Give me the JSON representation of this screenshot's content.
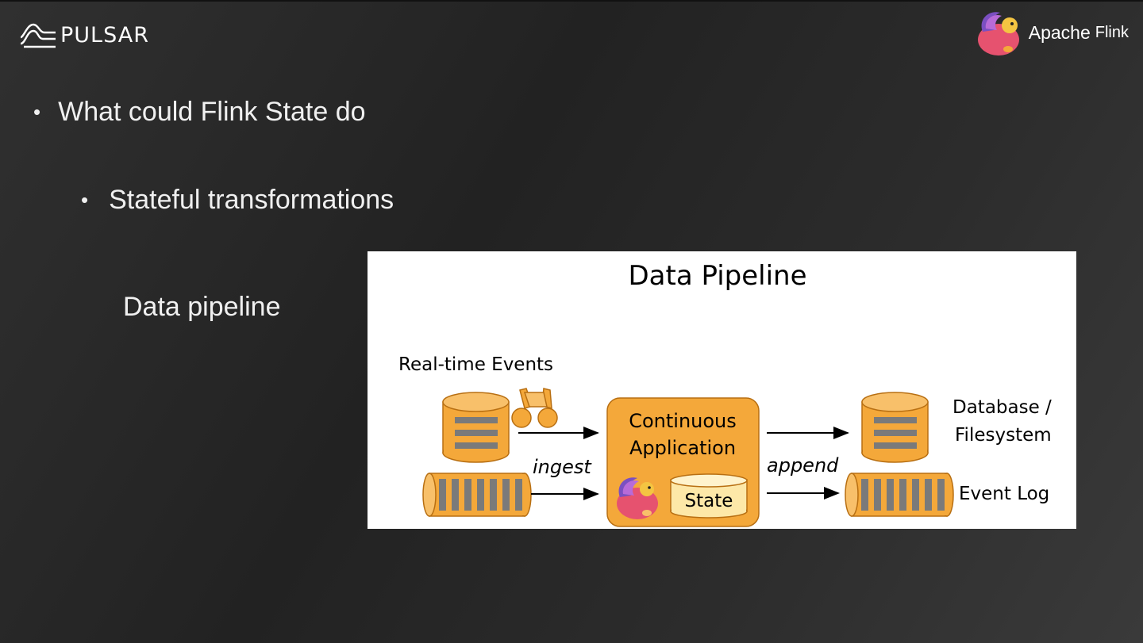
{
  "header": {
    "pulsar_logo_text": "PULSAR",
    "flink_logo_apache": "Apache",
    "flink_logo_flink": "Flink"
  },
  "content": {
    "bullet_1": "What could Flink State do",
    "bullet_2": "Stateful transformations",
    "plain_text": "Data pipeline"
  },
  "diagram": {
    "title": "Data Pipeline",
    "realtime_events_label": "Real-time Events",
    "app_label_line1": "Continuous",
    "app_label_line2": "Application",
    "state_label": "State",
    "ingest_label": "ingest",
    "append_label": "append",
    "db_label_line1": "Database /",
    "db_label_line2": "Filesystem",
    "event_log_label": "Event Log"
  },
  "colors": {
    "orange": "#f4a83a",
    "orange_stroke": "#b86f12",
    "state_fill": "#fde8a8",
    "bar_gray": "#7a7a7a"
  },
  "icons": {
    "pulsar": "pulsar-wave-icon",
    "flink": "flink-squirrel-icon",
    "binoculars": "binoculars-icon"
  }
}
